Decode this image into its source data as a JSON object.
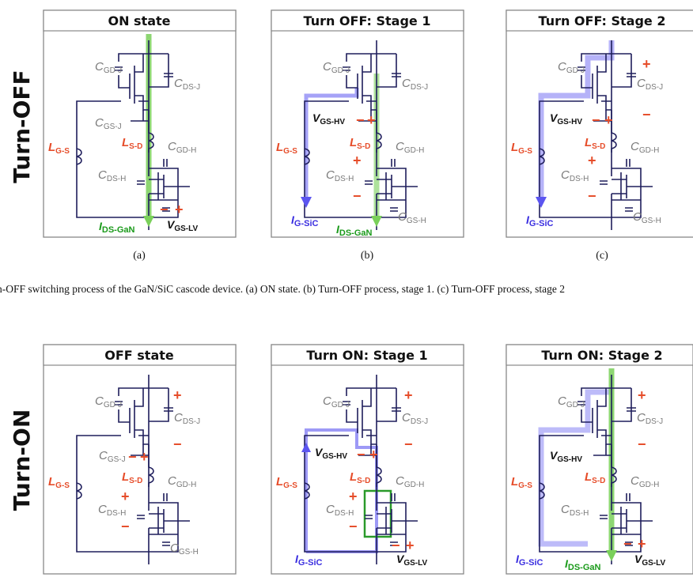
{
  "row_labels": [
    "Turn-OFF",
    "Turn-ON"
  ],
  "panels": [
    {
      "title": "ON state",
      "sub": "(a)"
    },
    {
      "title": "Turn OFF:  Stage 1",
      "sub": "(b)"
    },
    {
      "title": "Turn OFF:  Stage 2",
      "sub": "(c)"
    },
    {
      "title": "OFF state",
      "sub": ""
    },
    {
      "title": "Turn ON:  Stage 1",
      "sub": ""
    },
    {
      "title": "Turn ON:  Stage 2",
      "sub": ""
    }
  ],
  "caption": "n-OFF switching process of the GaN/SiC cascode device. (a) ON state. (b) Turn-OFF process, stage 1. (c) Turn-OFF process, stage 2",
  "labels": {
    "c": "C",
    "gd_j": "GD-J",
    "ds_j": "DS-J",
    "gs_j": "GS-J",
    "gd_h": "GD-H",
    "ds_h": "DS-H",
    "gs_h": "GS-H",
    "l": "L",
    "gs": "G-S",
    "sd": "S-D",
    "v": "V",
    "gs_hv": "GS-HV",
    "gs_lv": "GS-LV",
    "i": "I",
    "ds_gan": "DS-GaN",
    "g_sic": "G-SiC",
    "plus": "+",
    "minus": "−"
  },
  "colors": {
    "wire": "#1f1e5c",
    "label_gray": "#7a7a7a",
    "label_red": "#e64d2a",
    "current_green": "#7ad05a",
    "current_blue": "#5b55f0"
  }
}
